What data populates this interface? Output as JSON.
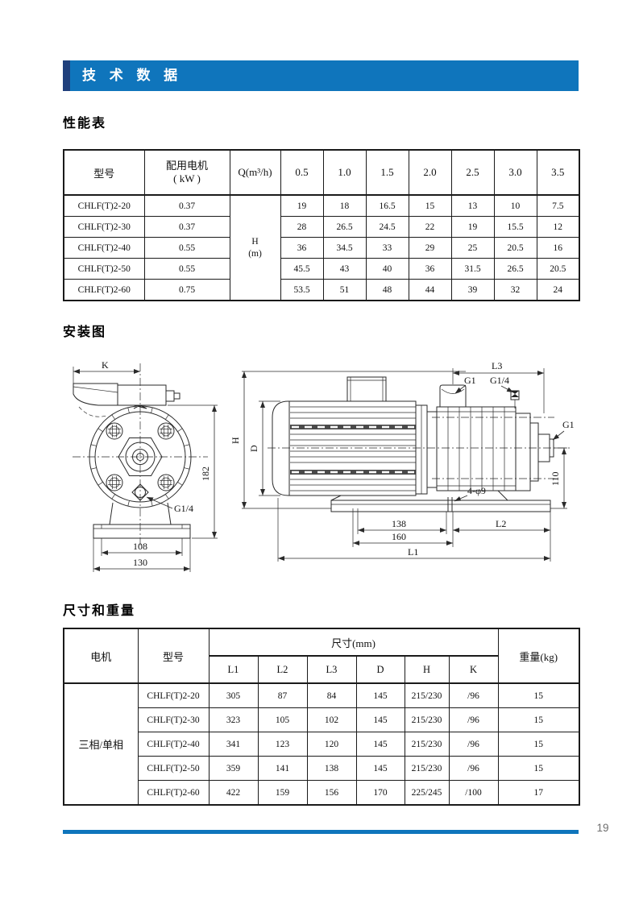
{
  "page": {
    "header_title": "技 术 数 据",
    "page_number": "19"
  },
  "colors": {
    "accent_blue": "#0f75bc",
    "accent_dark_blue": "#20407c"
  },
  "performance": {
    "heading": "性能表",
    "table": {
      "col_model": "型号",
      "col_motor_line1": "配用电机",
      "col_motor_line2": "( kW )",
      "col_flow": "Q(m³/h)",
      "flow_points": [
        "0.5",
        "1.0",
        "1.5",
        "2.0",
        "2.5",
        "3.0",
        "3.5"
      ],
      "head_unit_line1": "H",
      "head_unit_line2": "(m)",
      "rows": [
        {
          "model": "CHLF(T)2-20",
          "power": "0.37",
          "head": [
            "19",
            "18",
            "16.5",
            "15",
            "13",
            "10",
            "7.5"
          ]
        },
        {
          "model": "CHLF(T)2-30",
          "power": "0.37",
          "head": [
            "28",
            "26.5",
            "24.5",
            "22",
            "19",
            "15.5",
            "12"
          ]
        },
        {
          "model": "CHLF(T)2-40",
          "power": "0.55",
          "head": [
            "36",
            "34.5",
            "33",
            "29",
            "25",
            "20.5",
            "16"
          ]
        },
        {
          "model": "CHLF(T)2-50",
          "power": "0.55",
          "head": [
            "45.5",
            "43",
            "40",
            "36",
            "31.5",
            "26.5",
            "20.5"
          ]
        },
        {
          "model": "CHLF(T)2-60",
          "power": "0.75",
          "head": [
            "53.5",
            "51",
            "48",
            "44",
            "39",
            "32",
            "24"
          ]
        }
      ]
    }
  },
  "installation": {
    "heading": "安装图",
    "front_labels": {
      "k": "K",
      "h182": "182",
      "g14": "G1/4",
      "d108": "108",
      "d130": "130"
    },
    "side_labels": {
      "l3": "L3",
      "g1_top": "G1",
      "g14_top": "G1/4",
      "g1_side": "G1",
      "h": "H",
      "d": "D",
      "d110": "110",
      "holes": "4-φ9",
      "d138": "138",
      "d160": "160",
      "l2": "L2",
      "l1": "L1"
    }
  },
  "dimensions": {
    "heading": "尺寸和重量",
    "table": {
      "col_motor": "电机",
      "col_model": "型号",
      "col_dims": "尺寸(mm)",
      "col_weight": "重量(kg)",
      "dim_headers": [
        "L1",
        "L2",
        "L3",
        "D",
        "H",
        "K"
      ],
      "motor_group": "三相/单相",
      "rows": [
        {
          "model": "CHLF(T)2-20",
          "dims": [
            "305",
            "87",
            "84",
            "145",
            "215/230",
            "/96"
          ],
          "weight": "15"
        },
        {
          "model": "CHLF(T)2-30",
          "dims": [
            "323",
            "105",
            "102",
            "145",
            "215/230",
            "/96"
          ],
          "weight": "15"
        },
        {
          "model": "CHLF(T)2-40",
          "dims": [
            "341",
            "123",
            "120",
            "145",
            "215/230",
            "/96"
          ],
          "weight": "15"
        },
        {
          "model": "CHLF(T)2-50",
          "dims": [
            "359",
            "141",
            "138",
            "145",
            "215/230",
            "/96"
          ],
          "weight": "15"
        },
        {
          "model": "CHLF(T)2-60",
          "dims": [
            "422",
            "159",
            "156",
            "170",
            "225/245",
            "/100"
          ],
          "weight": "17"
        }
      ]
    }
  }
}
